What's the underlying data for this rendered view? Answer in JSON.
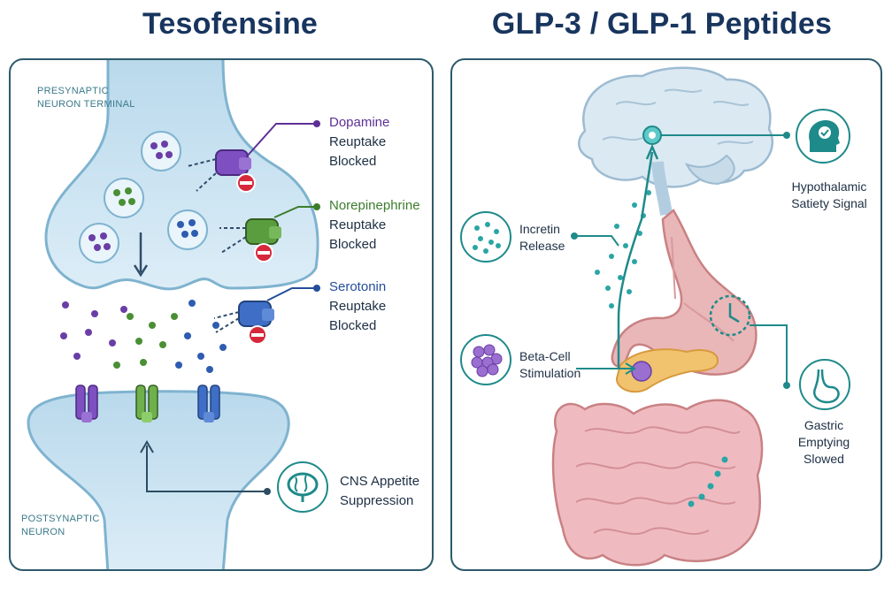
{
  "left": {
    "title": "Tesofensine",
    "presynaptic": [
      "PRESYNAPTIC",
      "NEURON TERMINAL"
    ],
    "postsynaptic": [
      "POSTSYNAPTIC",
      "NEURON"
    ],
    "targets": [
      {
        "name": "Dopamine",
        "lines": [
          "Reuptake",
          "Blocked"
        ],
        "color": "#5e2f96"
      },
      {
        "name": "Norepinephrine",
        "lines": [
          "Reuptake",
          "Blocked"
        ],
        "color": "#3c7d2c"
      },
      {
        "name": "Serotonin",
        "lines": [
          "Reuptake",
          "Blocked"
        ],
        "color": "#244e9c"
      }
    ],
    "cns": [
      "CNS Appetite",
      "Suppression"
    ]
  },
  "right": {
    "title": "GLP-3 / GLP-1 Peptides",
    "hypothalamic": [
      "Hypothalamic",
      "Satiety Signal"
    ],
    "incretin": [
      "Incretin",
      "Release"
    ],
    "beta_cell": [
      "Beta-Cell",
      "Stimulation"
    ],
    "gastric": [
      "Gastric",
      "Emptying",
      "Slowed"
    ]
  },
  "colors": {
    "title": "#18355e",
    "accent_teal": "#1f8a8a",
    "neuron": "#c9e3f2",
    "dopamine": "#5e2f96",
    "norepinephrine": "#3c7d2c",
    "serotonin": "#244e9c",
    "block": "#d6283b"
  },
  "icons": [
    "brain-icon",
    "head-check-icon",
    "clock-icon",
    "stomach-icon",
    "beta-cell-icon",
    "incretin-dots-icon",
    "no-entry-icon"
  ]
}
